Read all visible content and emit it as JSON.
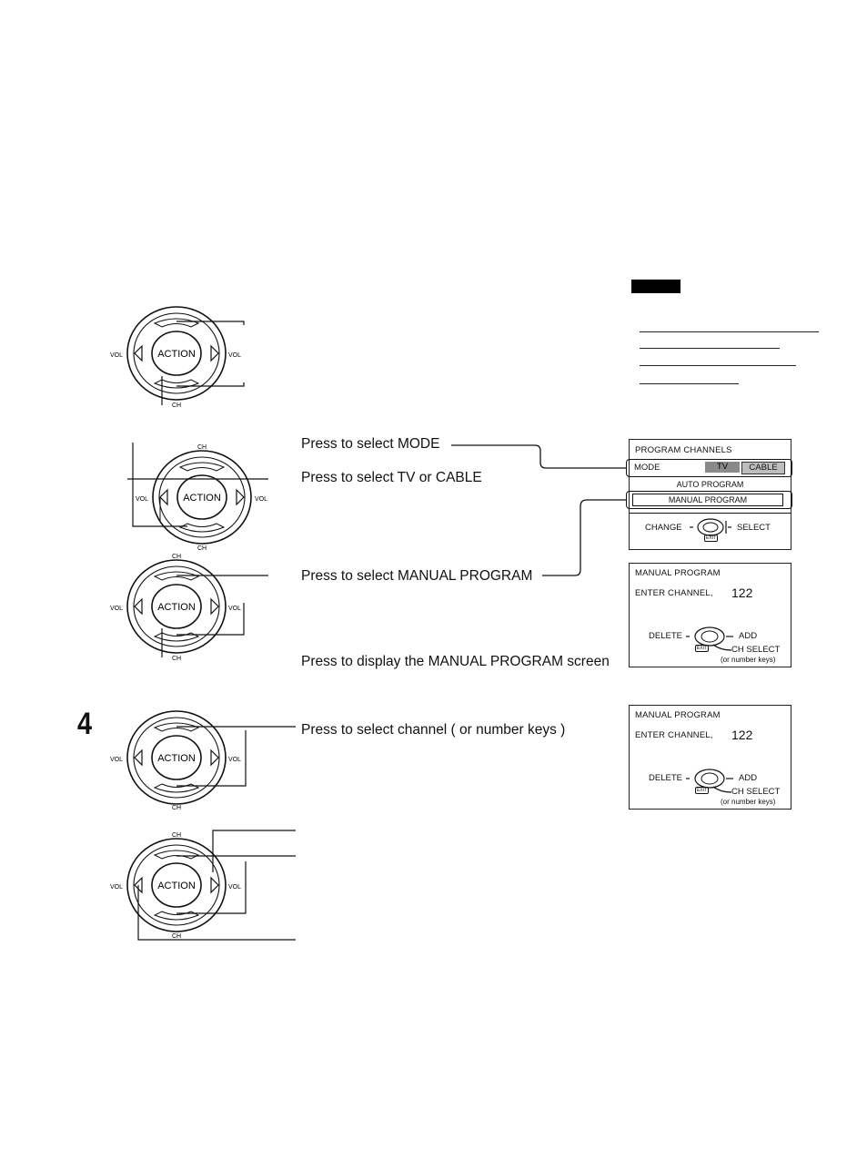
{
  "note_rules": 4,
  "remote": {
    "action": "ACTION",
    "vol": "VOL",
    "ch": "CH"
  },
  "instructions": {
    "select_mode": "Press to select MODE",
    "select_tv_cable": "Press to select TV or CABLE",
    "select_manual": "Press to select MANUAL PROGRAM",
    "display_manual": "Press to display the MANUAL PROGRAM screen",
    "select_channel": "Press to select channel ( or number keys )"
  },
  "step_number": "4",
  "program_channels_menu": {
    "title": "PROGRAM CHANNELS",
    "mode_label": "MODE",
    "tv": "TV",
    "cable": "CABLE",
    "auto_program": "AUTO PROGRAM",
    "manual_program": "MANUAL PROGRAM",
    "change": "CHANGE",
    "select": "SELECT",
    "exit": "EXIT"
  },
  "manual_program_screens": [
    {
      "title": "MANUAL PROGRAM",
      "enter_channel": "ENTER CHANNEL,",
      "channel": "122",
      "delete": "DELETE",
      "add": "ADD",
      "ch_select": "CH SELECT",
      "number_keys": "(or number keys)",
      "exit": "EXIT"
    },
    {
      "title": "MANUAL PROGRAM",
      "enter_channel": "ENTER CHANNEL,",
      "channel": "122",
      "delete": "DELETE",
      "add": "ADD",
      "ch_select": "CH SELECT",
      "number_keys": "(or number keys)",
      "exit": "EXIT"
    }
  ]
}
